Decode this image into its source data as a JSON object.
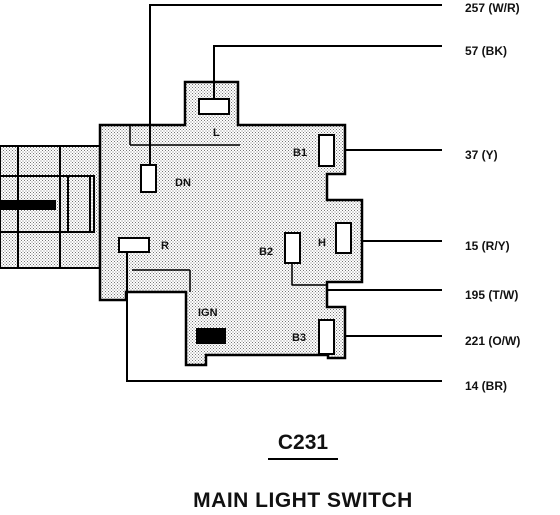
{
  "connector": {
    "id": "C231",
    "name": "MAIN LIGHT SWITCH"
  },
  "terminals": [
    {
      "key": "L",
      "label": "L"
    },
    {
      "key": "B1",
      "label": "B1"
    },
    {
      "key": "DN",
      "label": "DN"
    },
    {
      "key": "R",
      "label": "R"
    },
    {
      "key": "B2",
      "label": "B2"
    },
    {
      "key": "H",
      "label": "H"
    },
    {
      "key": "IGN",
      "label": "IGN"
    },
    {
      "key": "B3",
      "label": "B3"
    }
  ],
  "wires": [
    {
      "label": "257 (W/R)"
    },
    {
      "label": "57 (BK)"
    },
    {
      "label": "37 (Y)"
    },
    {
      "label": "15 (R/Y)"
    },
    {
      "label": "195 (T/W)"
    },
    {
      "label": "221 (O/W)"
    },
    {
      "label": "14 (BR)"
    }
  ]
}
